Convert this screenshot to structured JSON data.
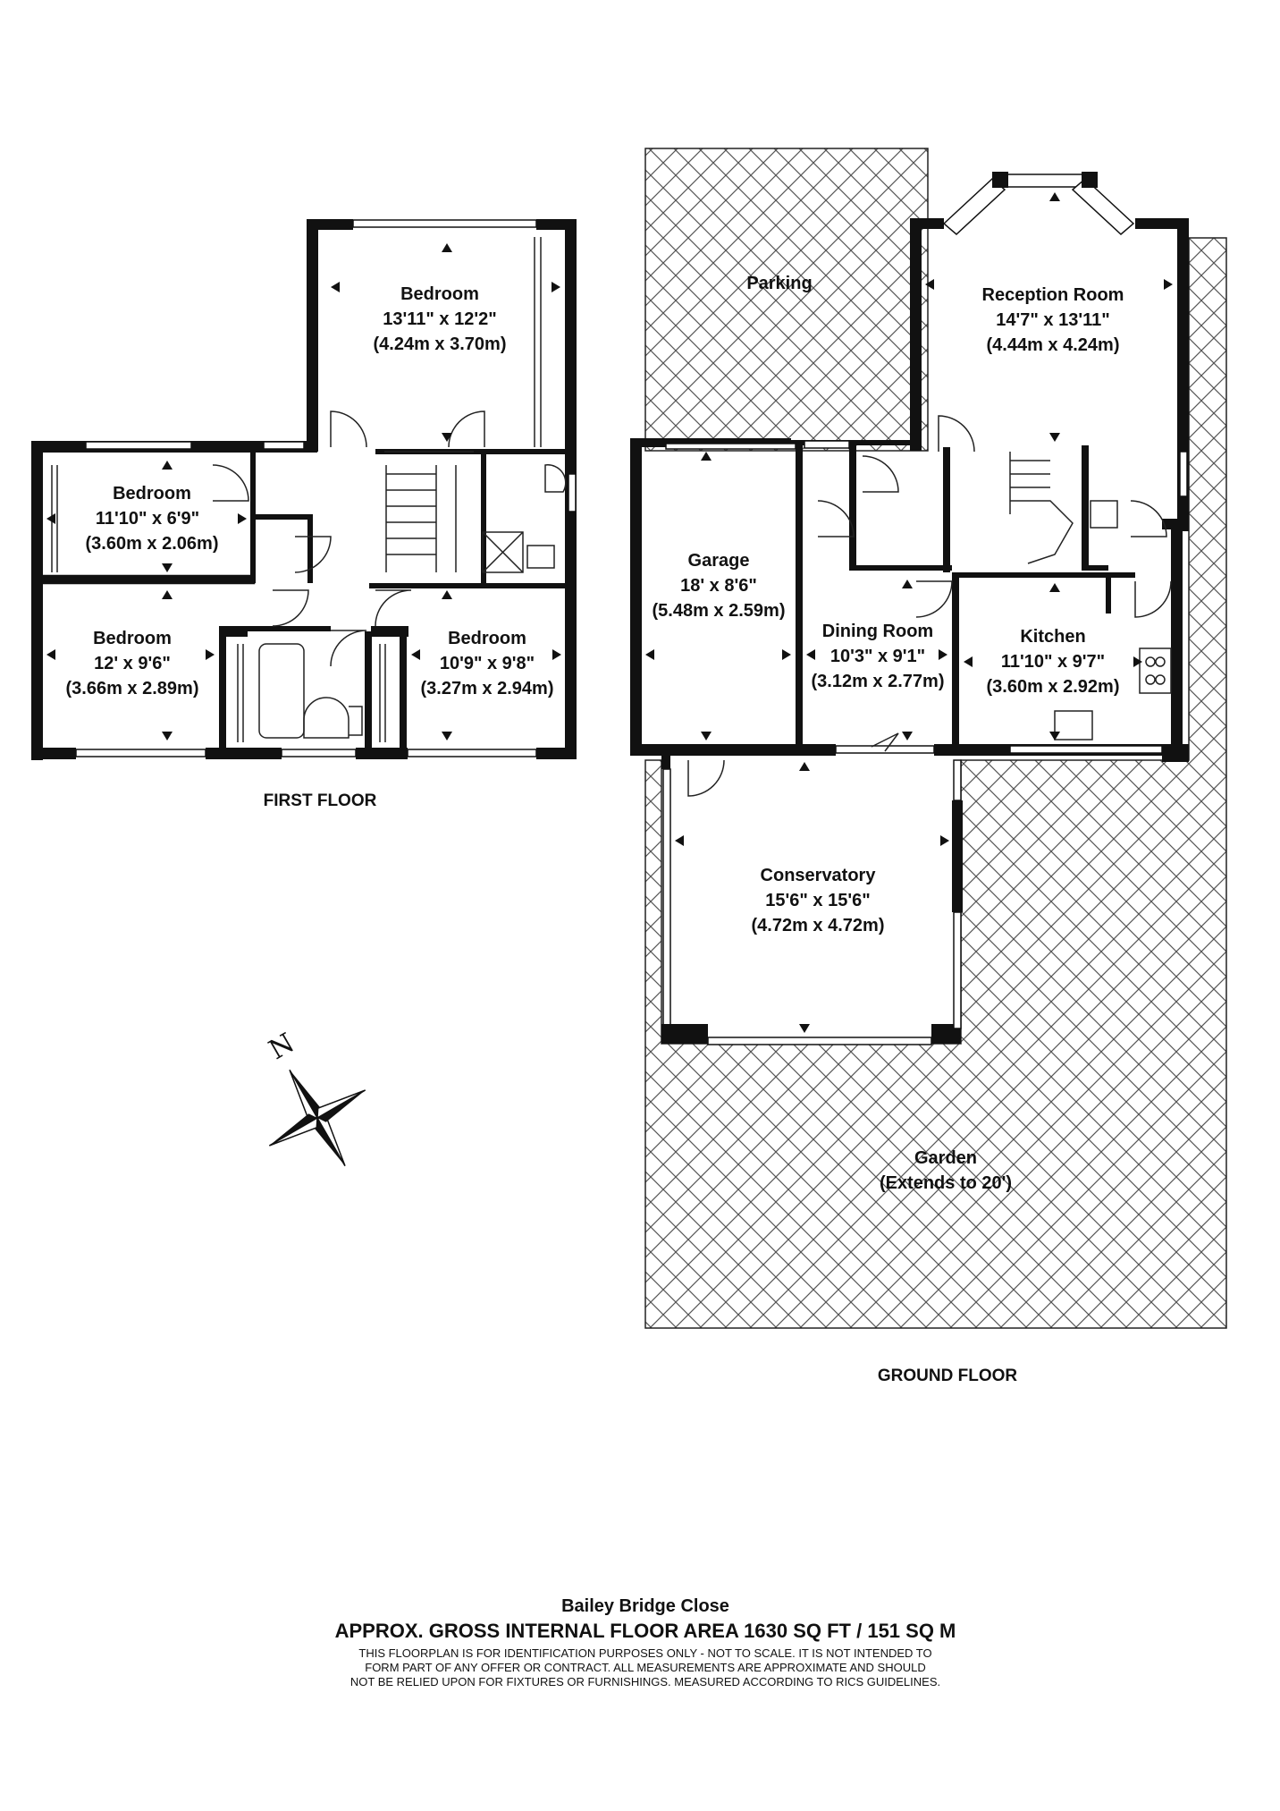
{
  "first_floor": {
    "label": "FIRST FLOOR",
    "rooms": [
      {
        "name": "Bedroom",
        "imperial": "13'11\" x 12'2\"",
        "metric": "(4.24m x 3.70m)"
      },
      {
        "name": "Bedroom",
        "imperial": "11'10\" x 6'9\"",
        "metric": "(3.60m x 2.06m)"
      },
      {
        "name": "Bedroom",
        "imperial": "12' x 9'6\"",
        "metric": "(3.66m x 2.89m)"
      },
      {
        "name": "Bedroom",
        "imperial": "10'9\" x 9'8\"",
        "metric": "(3.27m x 2.94m)"
      }
    ]
  },
  "ground_floor": {
    "label": "GROUND FLOOR",
    "rooms": [
      {
        "name": "Reception Room",
        "imperial": "14'7\" x 13'11\"",
        "metric": "(4.44m x 4.24m)"
      },
      {
        "name": "Garage",
        "imperial": "18' x 8'6\"",
        "metric": "(5.48m x 2.59m)"
      },
      {
        "name": "Dining Room",
        "imperial": "10'3\" x 9'1\"",
        "metric": "(3.12m x 2.77m)"
      },
      {
        "name": "Kitchen",
        "imperial": "11'10\" x 9'7\"",
        "metric": "(3.60m x 2.92m)"
      },
      {
        "name": "Conservatory",
        "imperial": "15'6\" x 15'6\"",
        "metric": "(4.72m x 4.72m)"
      }
    ],
    "parking": "Parking",
    "garden": {
      "name": "Garden",
      "note": "(Extends to 20')"
    }
  },
  "compass": {
    "label": "N",
    "icon": "compass-rose-icon"
  },
  "footer": {
    "address": "Bailey Bridge Close",
    "area": "APPROX. GROSS INTERNAL FLOOR AREA 1630 SQ FT / 151 SQ M",
    "disclaimer": [
      "THIS FLOORPLAN IS FOR IDENTIFICATION PURPOSES ONLY - NOT TO SCALE. IT IS NOT INTENDED TO",
      "FORM PART OF ANY OFFER OR CONTRACT. ALL MEASUREMENTS ARE APPROXIMATE AND SHOULD",
      "NOT BE RELIED UPON FOR FIXTURES OR FURNISHINGS. MEASURED ACCORDING TO RICS GUIDELINES."
    ]
  },
  "colors": {
    "wall": "#111111",
    "hatch": "#555555",
    "background": "#ffffff"
  }
}
